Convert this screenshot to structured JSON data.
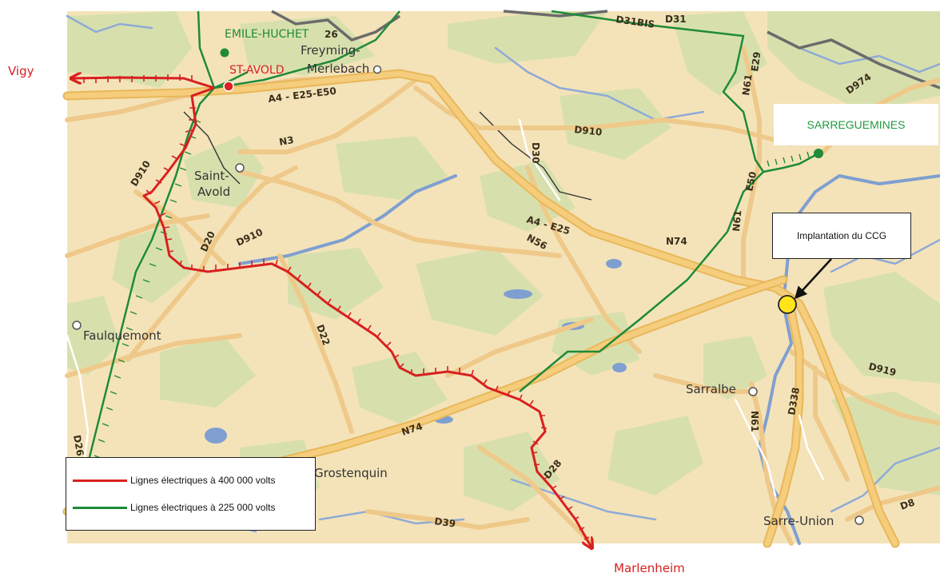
{
  "map": {
    "external_destinations": {
      "west": "Vigy",
      "south": "Marlenheim"
    },
    "stations": {
      "emile_huchet": "EMILE-HUCHET",
      "st_avold": "ST-AVOLD",
      "sarreguemines": "SARREGUEMINES"
    },
    "towns": {
      "freyming": "Freyming-",
      "merlebach": "Merlebach",
      "saint": "Saint-",
      "avold": "Avold",
      "faulquemont": "Faulquemont",
      "grostenquin": "Grostenquin",
      "sarralbe": "Sarralbe",
      "sarre_union": "Sarre-Union"
    },
    "roads": {
      "a4_north": "A4 - E25-E50",
      "a4_east": "A4 - E25",
      "d31bis": "D31BIS",
      "d31": "D31",
      "e29": "E29",
      "n61_north": "N61",
      "d974": "D974",
      "d910_east": "D910",
      "d30": "D30",
      "n3": "N3",
      "d910_west": "D910",
      "d910_center": "D910",
      "d20": "D20",
      "n56": "N56",
      "n74_east": "N74",
      "n61_mid": "N61",
      "e50": "E50",
      "d22": "D22",
      "n74_south": "N74",
      "d28": "D28",
      "d39": "D39",
      "d919": "D919",
      "d338": "D338",
      "n61_south": "N61",
      "d8": "D8",
      "d2x": "D26",
      "d26": "26"
    },
    "plant_label": "Implantation du CCG",
    "legend": {
      "line_400": "Lignes électriques à 400 000 volts",
      "line_225": "Lignes électriques à 225 000 volts"
    },
    "colors": {
      "line_400": "#d82020",
      "line_225": "#1f8a3a",
      "plant": "#ffe41a",
      "land": "#f4e3b9",
      "forest": "#d5deaa",
      "water": "#7f9fd0"
    }
  }
}
